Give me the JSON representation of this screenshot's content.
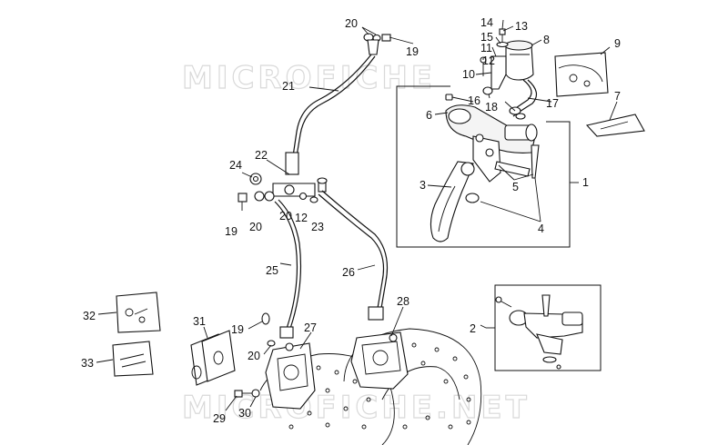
{
  "watermark": {
    "top": "MICROFICHE",
    "bottom": "MICROFICHE.NET"
  },
  "labels": {
    "l1": "1",
    "l2": "2",
    "l3": "3",
    "l4": "4",
    "l5": "5",
    "l6": "6",
    "l7": "7",
    "l8": "8",
    "l9": "9",
    "l10": "10",
    "l11": "11",
    "l12a": "12",
    "l12b": "12",
    "l13": "13",
    "l14": "14",
    "l15": "15",
    "l16": "16",
    "l17": "17",
    "l18": "18",
    "l19a": "19",
    "l19b": "19",
    "l19c": "19",
    "l20a": "20",
    "l20b": "20",
    "l20c": "20",
    "l20d": "20",
    "l21": "21",
    "l22": "22",
    "l23": "23",
    "l24": "24",
    "l25": "25",
    "l26": "26",
    "l27": "27",
    "l28": "28",
    "l29": "29",
    "l30": "30",
    "l31": "31",
    "l32": "32",
    "l33": "33"
  }
}
